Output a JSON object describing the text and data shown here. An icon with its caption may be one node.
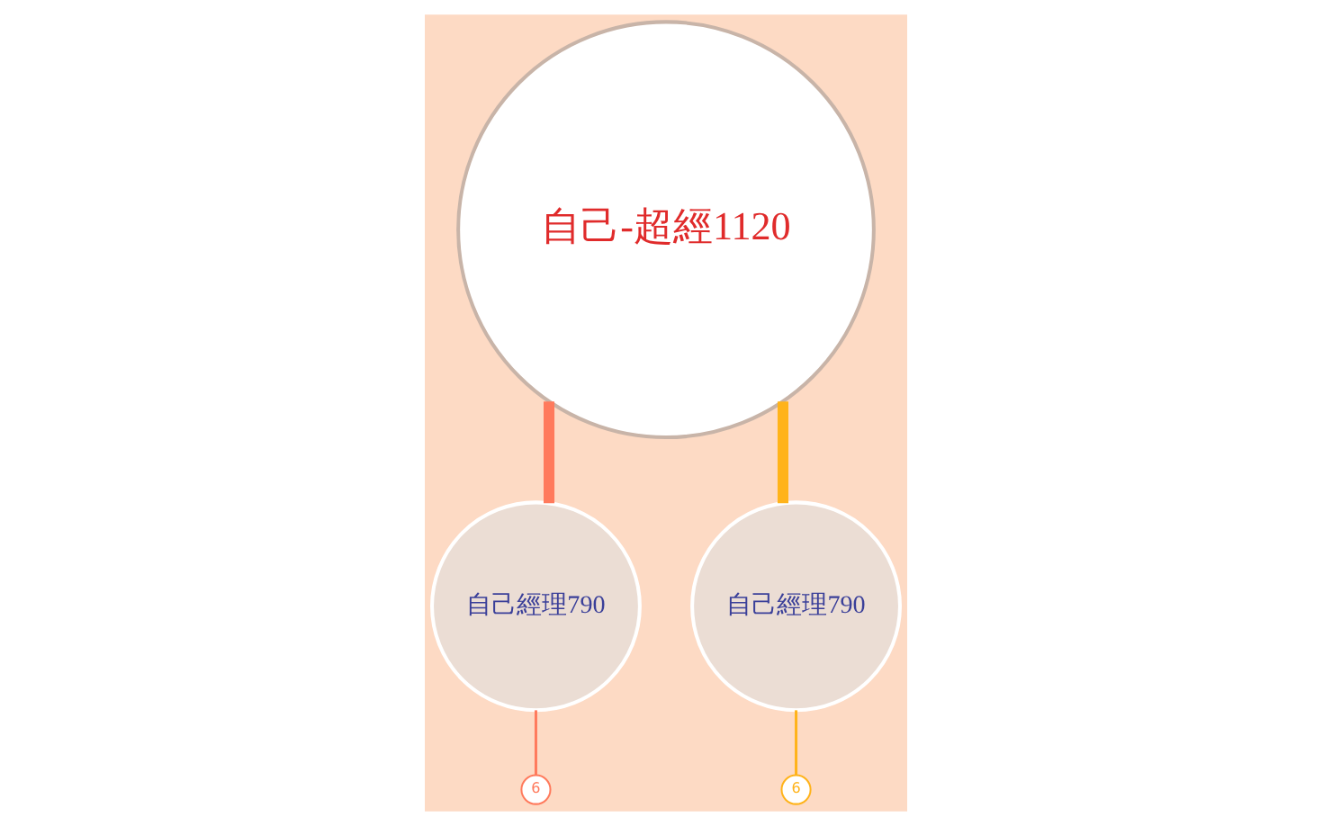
{
  "diagram": {
    "nodes": [
      {
        "text": [
          "自己-超經1120"
        ]
      },
      {
        "text": [
          "自己經理790"
        ]
      },
      {
        "text": [
          "自己經理790"
        ]
      },
      {
        "text": [
          "6"
        ]
      },
      {
        "text": [
          "6"
        ]
      }
    ],
    "edges": [
      {
        "from": 0,
        "to": 1,
        "arrow": "none",
        "style": "thick",
        "color": "#ff7a5c"
      },
      {
        "from": 0,
        "to": 2,
        "arrow": "none",
        "style": "thick",
        "color": "#ffb31a"
      },
      {
        "from": 1,
        "to": 3,
        "arrow": "none",
        "color": "#ff7a5c"
      },
      {
        "from": 2,
        "to": 4,
        "arrow": "none",
        "color": "#ffb31a"
      }
    ]
  }
}
